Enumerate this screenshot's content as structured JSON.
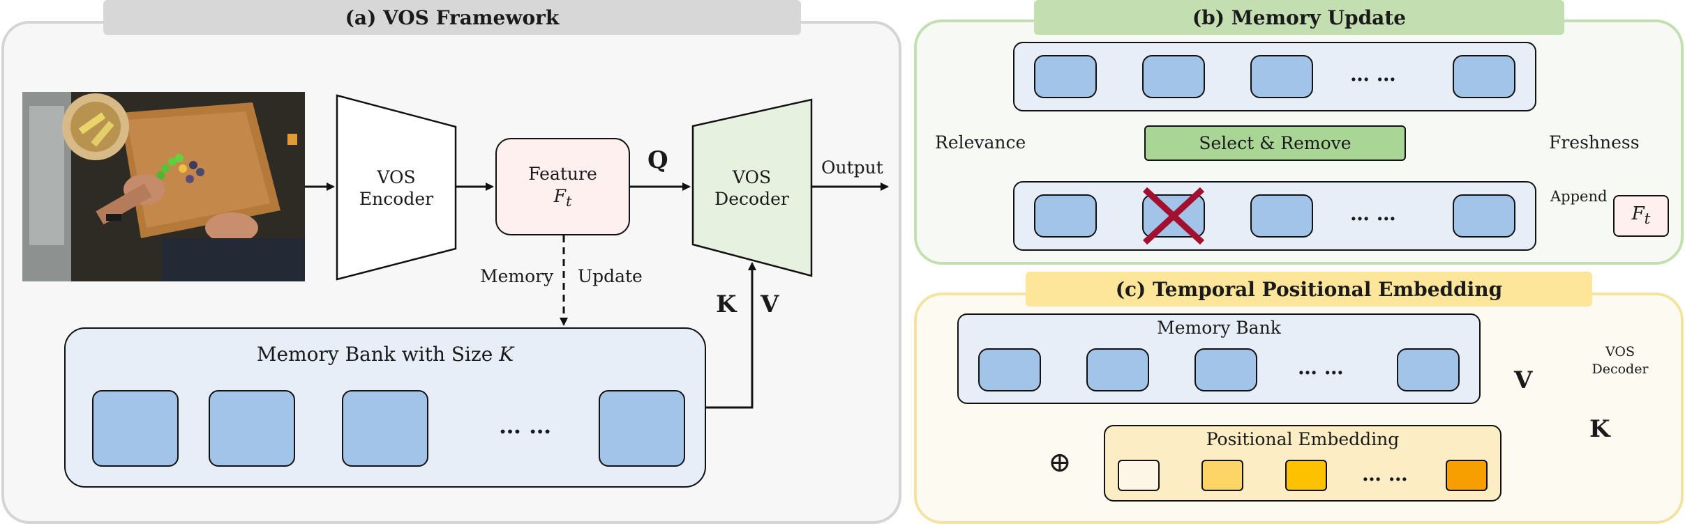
{
  "panel_a": {
    "title": "(a) VOS Framework",
    "encoder": [
      "VOS",
      "Encoder"
    ],
    "feature": [
      "Feature",
      "F",
      "t"
    ],
    "decoder": [
      "VOS",
      "Decoder"
    ],
    "q_label": "Q",
    "k_label": "K",
    "v_label": "V",
    "output_label": "Output",
    "memory_label": "Memory",
    "update_label": "Update",
    "bank_title": "Memory Bank with Size ",
    "bank_size_symbol": "K",
    "ellipsis": "… …"
  },
  "panel_b": {
    "title": "(b) Memory Update",
    "relevance": "Relevance",
    "freshness": "Freshness",
    "select_remove": "Select & Remove",
    "append": "Append",
    "feature_symbol": "F",
    "feature_sub": "t",
    "ellipsis": "… …",
    "remove_color": "#a3102f"
  },
  "panel_c": {
    "title": "(c) Temporal Positional Embedding",
    "memory_bank": "Memory Bank",
    "positional_embedding": "Positional Embedding",
    "decoder": [
      "VOS",
      "Decoder"
    ],
    "v_label": "V",
    "k_label": "K",
    "plus_symbol": "⊕",
    "ellipsis": "… …",
    "embedding_colors": [
      "#fdf6e6",
      "#fdd566",
      "#fdc100",
      "#f79e00"
    ]
  },
  "colors": {
    "memory_block": "#a1c4e8",
    "feature_fill": "#fdf0ef",
    "decoder_fill": "#e6f1e0",
    "select_fill": "#a9d595",
    "bank_fill": "#e8eef8"
  }
}
